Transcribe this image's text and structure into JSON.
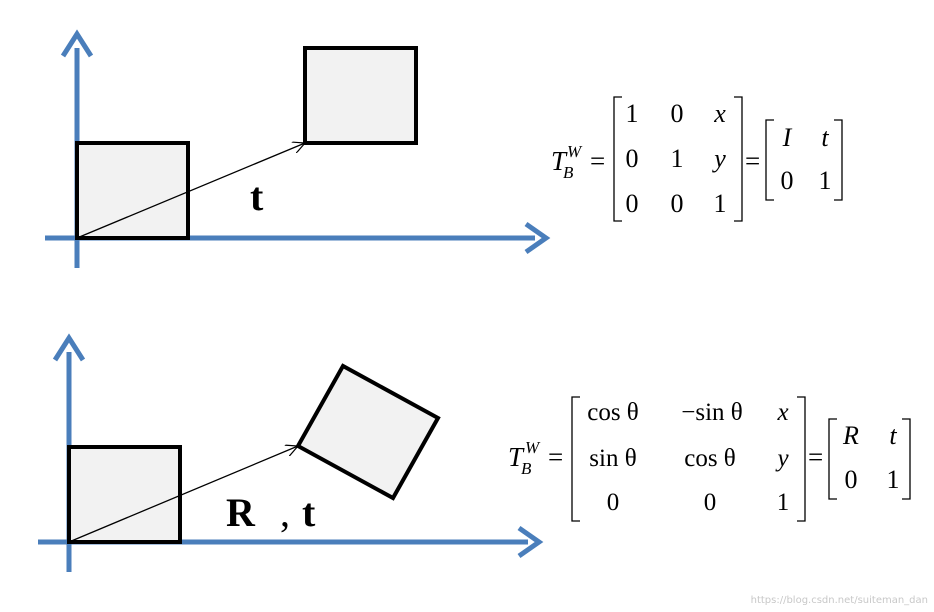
{
  "top": {
    "vector_label": "t",
    "lhs": {
      "symbol": "T",
      "sub": "B",
      "sup": "W"
    },
    "matrix3": [
      [
        "1",
        "0",
        "x"
      ],
      [
        "0",
        "1",
        "y"
      ],
      [
        "0",
        "0",
        "1"
      ]
    ],
    "matrix2": [
      [
        "I",
        "t"
      ],
      [
        "0",
        "1"
      ]
    ]
  },
  "bottom": {
    "vector_label_R": "R",
    "vector_label_comma": ",",
    "vector_label_t": "t",
    "lhs": {
      "symbol": "T",
      "sub": "B",
      "sup": "W"
    },
    "matrix3": [
      [
        "cos θ",
        "−sin θ",
        "x"
      ],
      [
        "sin θ",
        "cos θ",
        "y"
      ],
      [
        "0",
        "0",
        "1"
      ]
    ],
    "matrix2": [
      [
        "R",
        "t"
      ],
      [
        "0",
        "1"
      ]
    ]
  },
  "watermark": "https://blog.csdn.net/suiteman_dan",
  "colors": {
    "axis": "#4a7ebb",
    "box_fill": "#f2f2f2",
    "stroke": "#000000"
  }
}
